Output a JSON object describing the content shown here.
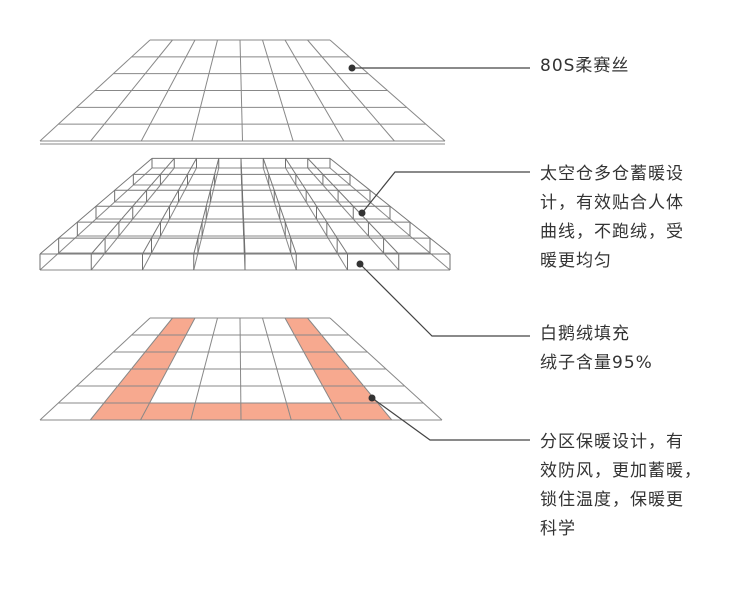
{
  "callouts": [
    "80S柔赛丝",
    "太空仓多仓蓄暖设\n计，有效贴合人体\n曲线，不跑绒，受\n暖更均匀",
    "白鹅绒填充\n绒子含量95%",
    "分区保暖设计，有\n效防风，更加蓄暖，\n锁住温度，保暖更\n科学"
  ],
  "colors": {
    "grid_line": "#888888",
    "leader_line": "#444444",
    "zone_fill": "#f7a98f",
    "text": "#333333"
  }
}
